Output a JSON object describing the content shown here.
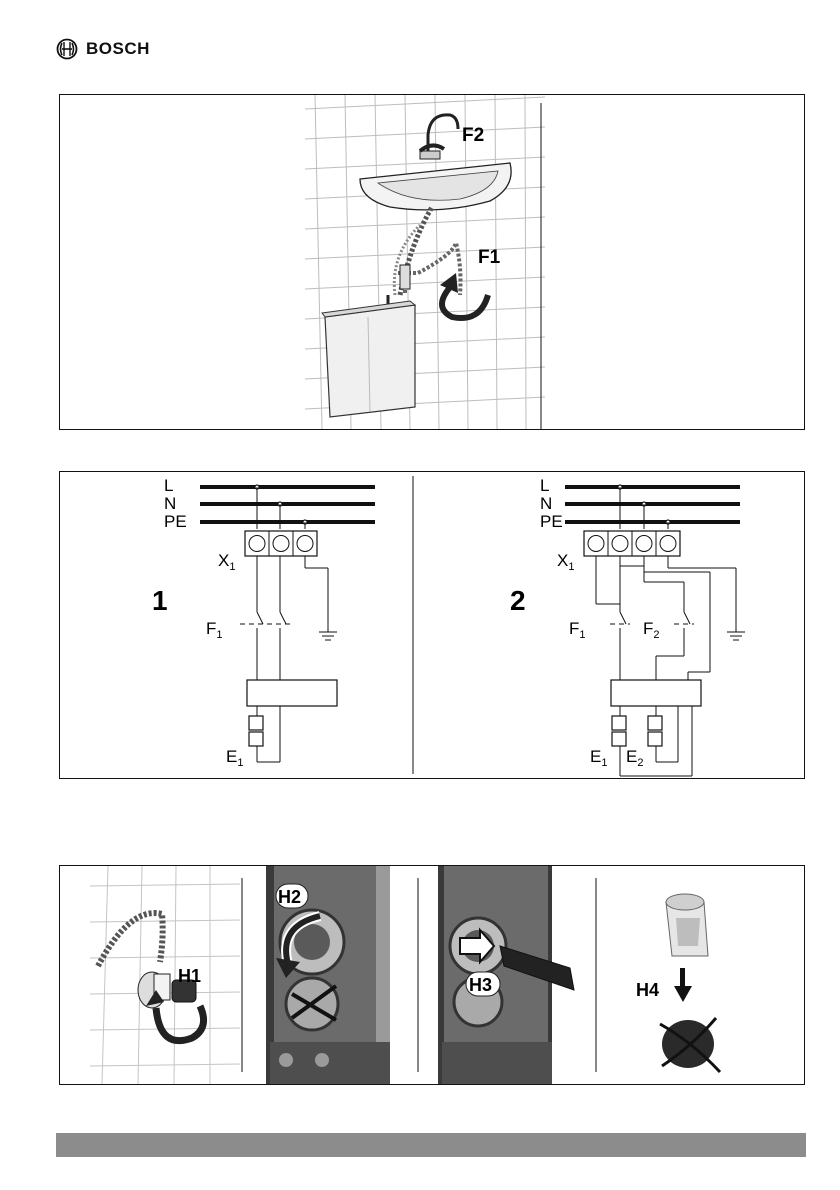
{
  "header": {
    "brand": "BOSCH",
    "logo_icon": "bosch-armature-logo-icon"
  },
  "figure_installation": {
    "labels": [
      "F2",
      "F1"
    ]
  },
  "figure_wiring": {
    "diagram1": {
      "number": "1",
      "lines": [
        "L",
        "N",
        "PE"
      ],
      "terminal": "X",
      "terminal_sub": "1",
      "fuse": "F",
      "fuse_sub": "1",
      "element": "E",
      "element_sub": "1"
    },
    "diagram2": {
      "number": "2",
      "lines": [
        "L",
        "N",
        "PE"
      ],
      "terminal": "X",
      "terminal_sub": "1",
      "fuse1": "F",
      "fuse1_sub": "1",
      "fuse2": "F",
      "fuse2_sub": "2",
      "element1": "E",
      "element1_sub": "1",
      "element2": "E",
      "element2_sub": "2"
    }
  },
  "figure_steps": {
    "labels": [
      "H1",
      "H2",
      "H3",
      "H4"
    ]
  },
  "colors": {
    "line": "#111111",
    "footer_bar": "#8c8c8c",
    "tile": "#bfbfbf",
    "arrow_fill": "#333333"
  }
}
